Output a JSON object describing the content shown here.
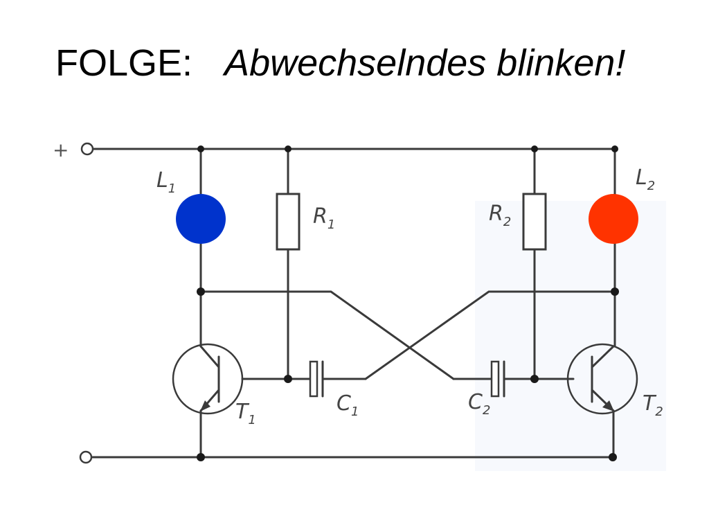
{
  "title": {
    "prefix": "FOLGE:",
    "emphasis": "Abwechselndes blinken!"
  },
  "circuit": {
    "supply_label": "+",
    "lamp1": {
      "letter": "L",
      "index": "1",
      "color": "#0033cc"
    },
    "lamp2": {
      "letter": "L",
      "index": "2",
      "color": "#ff3300"
    },
    "resistor1": {
      "letter": "R",
      "index": "1"
    },
    "resistor2": {
      "letter": "R",
      "index": "2"
    },
    "capacitor1": {
      "letter": "C",
      "index": "1"
    },
    "capacitor2": {
      "letter": "C",
      "index": "2"
    },
    "transistor1": {
      "letter": "T",
      "index": "1"
    },
    "transistor2": {
      "letter": "T",
      "index": "2"
    }
  }
}
